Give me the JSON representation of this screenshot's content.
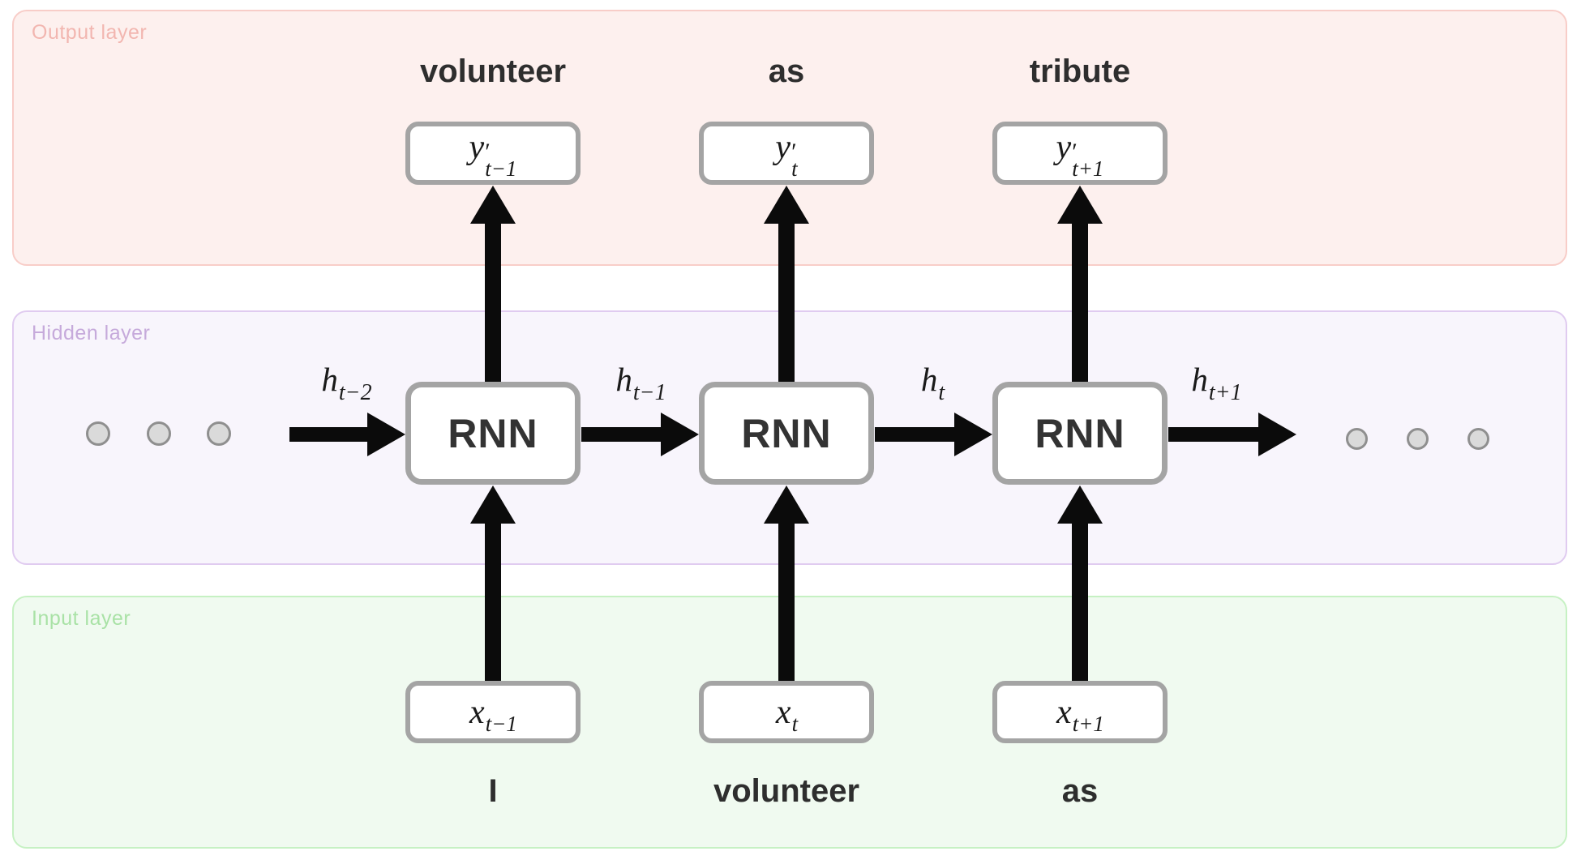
{
  "layers": {
    "output": {
      "label": "Output layer"
    },
    "hidden": {
      "label": "Hidden layer"
    },
    "input": {
      "label": "Input layer"
    }
  },
  "columns": [
    {
      "output_word": "volunteer",
      "output_node": {
        "base": "y",
        "prime": "′",
        "sub": "t−1"
      },
      "cell_label": "RNN",
      "input_node": {
        "base": "x",
        "sub": "t−1"
      },
      "input_word": "I"
    },
    {
      "output_word": "as",
      "output_node": {
        "base": "y",
        "prime": "′",
        "sub": "t"
      },
      "cell_label": "RNN",
      "input_node": {
        "base": "x",
        "sub": "t"
      },
      "input_word": "volunteer"
    },
    {
      "output_word": "tribute",
      "output_node": {
        "base": "y",
        "prime": "′",
        "sub": "t+1"
      },
      "cell_label": "RNN",
      "input_node": {
        "base": "x",
        "sub": "t+1"
      },
      "input_word": "as"
    }
  ],
  "state_labels": [
    {
      "base": "h",
      "sub": "t−2"
    },
    {
      "base": "h",
      "sub": "t−1"
    },
    {
      "base": "h",
      "sub": "t"
    },
    {
      "base": "h",
      "sub": "t+1"
    }
  ],
  "colors": {
    "output_fill": "#fdf0ee",
    "output_border": "#f8cdc8",
    "output_label": "#f2b6b0",
    "hidden_fill": "#f8f5fc",
    "hidden_border": "#e0cbf0",
    "hidden_label": "#c6aadb",
    "input_fill": "#f0faf0",
    "input_border": "#c6f1c3",
    "input_label": "#a9e2a6",
    "node_border": "#a4a4a4",
    "arrow": "#0b0b0b",
    "word_text": "#2e2e2e",
    "dot_fill": "#dadada",
    "dot_border": "#8f8f8f"
  }
}
